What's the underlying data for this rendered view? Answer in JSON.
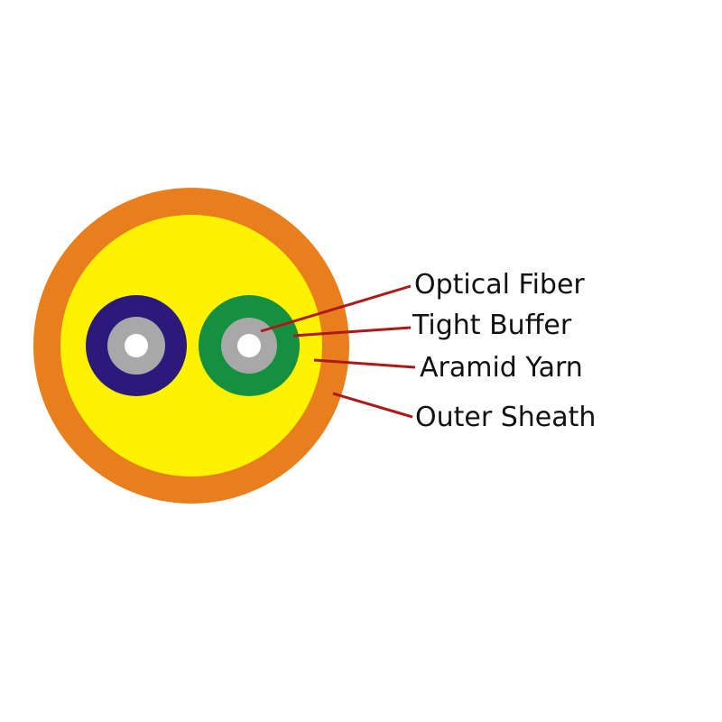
{
  "labels": {
    "optical_fiber": "Optical Fiber",
    "tight_buffer": "Tight Buffer",
    "aramid_yarn": "Aramid Yarn",
    "outer_sheath": "Outer Sheath"
  },
  "colors": {
    "outer_sheath": "#e87e1c",
    "aramid_yarn": "#fff200",
    "tight_buffer_left": "#2b1a7c",
    "tight_buffer_right": "#149040",
    "fiber_coating": "#a8a8a8",
    "fiber_core": "#ffffff",
    "leader_line": "#b01818"
  }
}
